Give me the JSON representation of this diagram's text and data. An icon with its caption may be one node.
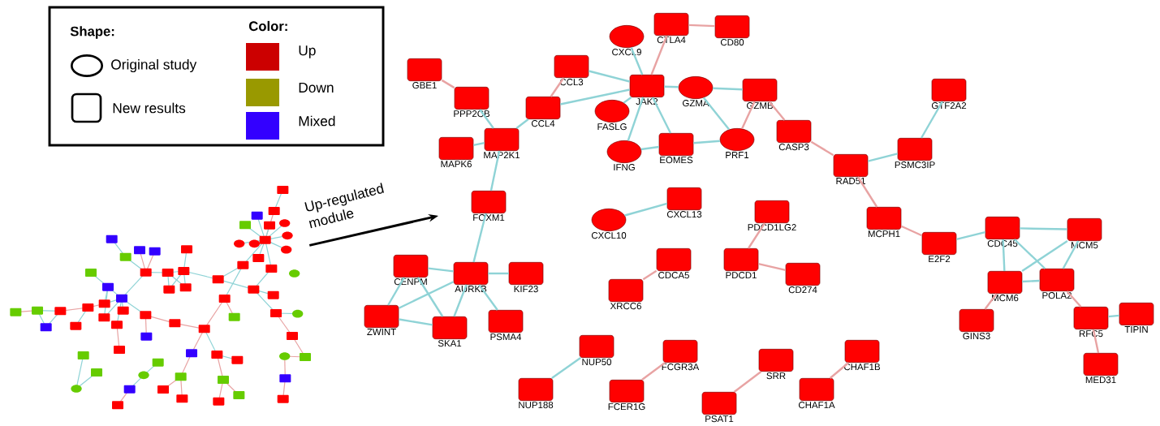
{
  "diagram": {
    "nodes": [
      {
        "text": [],
        "shape": "picture"
      },
      {
        "text": [
          "GBE1"
        ]
      },
      {
        "text": [
          "PPP2CB"
        ]
      },
      {
        "text": [
          "MAPK6"
        ]
      },
      {
        "text": [
          "MAP2K1"
        ]
      },
      {
        "text": [
          "CCL4"
        ]
      },
      {
        "text": [
          "CCL3"
        ]
      },
      {
        "text": [
          "FOXM1"
        ]
      },
      {
        "text": [
          "CXCL9"
        ]
      },
      {
        "text": [
          "CTLA4"
        ]
      },
      {
        "text": [
          "CD80"
        ]
      },
      {
        "text": [
          "JAK2"
        ]
      },
      {
        "text": [
          "GZMA"
        ]
      },
      {
        "text": [
          "GZMB"
        ]
      },
      {
        "text": [
          "FASLG"
        ]
      },
      {
        "text": [
          "IFNG"
        ]
      },
      {
        "text": [
          "EOMES"
        ]
      },
      {
        "text": [
          "PRF1"
        ]
      },
      {
        "text": [
          "CASP3"
        ]
      },
      {
        "text": [
          "GTF2A2"
        ]
      },
      {
        "text": [
          "PSMC3IP"
        ]
      },
      {
        "text": [
          "RAD51"
        ]
      },
      {
        "text": [
          "CXCL10"
        ]
      },
      {
        "text": [
          "CXCL13"
        ]
      },
      {
        "text": [
          "PDCD1LG2"
        ]
      },
      {
        "text": [
          "MCPH1"
        ]
      },
      {
        "text": [
          "E2F2"
        ]
      },
      {
        "text": [
          "CDC45"
        ]
      },
      {
        "text": [
          "MCM5"
        ]
      },
      {
        "text": [
          "CENPM"
        ]
      },
      {
        "text": [
          "AURKB"
        ]
      },
      {
        "text": [
          "KIF23"
        ]
      },
      {
        "text": [
          "CDCA5"
        ]
      },
      {
        "text": [
          "PDCD1"
        ]
      },
      {
        "text": [
          "CD274"
        ]
      },
      {
        "text": [
          "MCM6"
        ]
      },
      {
        "text": [
          "POLA2"
        ]
      },
      {
        "text": [
          "ZWINT"
        ]
      },
      {
        "text": [
          "SKA1"
        ]
      },
      {
        "text": [
          "PSMA4"
        ]
      },
      {
        "text": [
          "XRCC6"
        ]
      },
      {
        "text": [
          "GINS3"
        ]
      },
      {
        "text": [
          "RFC5"
        ]
      },
      {
        "text": [
          "TIPIN"
        ]
      },
      {
        "text": [
          "MED31"
        ]
      },
      {
        "text": [
          "NUP50"
        ]
      },
      {
        "text": [
          "FCGR3A"
        ]
      },
      {
        "text": [
          "SRR"
        ]
      },
      {
        "text": [
          "CHAF1B"
        ]
      },
      {
        "text": [
          "NUP188"
        ]
      },
      {
        "text": [
          "FCER1G"
        ]
      },
      {
        "text": [
          "CHAF1A"
        ]
      },
      {
        "text": [
          "PSAT1"
        ]
      }
    ],
    "edges": [
      {
        "from": 0,
        "to": null,
        "arrow": "to",
        "label": "Up-regulated module",
        "color": "#000000"
      },
      {
        "from": 1,
        "to": 2,
        "arrow": "none",
        "color": "#e8a3a3"
      },
      {
        "from": 2,
        "to": 4,
        "arrow": "none"
      },
      {
        "from": 3,
        "to": 4,
        "arrow": "none"
      },
      {
        "from": 4,
        "to": 5,
        "arrow": "none"
      },
      {
        "from": 4,
        "to": 7,
        "arrow": "none"
      },
      {
        "from": 6,
        "to": 5,
        "arrow": "none",
        "color": "#e8a3a3"
      },
      {
        "from": 6,
        "to": 11,
        "arrow": "none"
      },
      {
        "from": 5,
        "to": 11,
        "arrow": "none"
      },
      {
        "from": 8,
        "to": 11,
        "arrow": "none"
      },
      {
        "from": 11,
        "to": 9,
        "arrow": "none",
        "color": "#e8a3a3"
      },
      {
        "from": 9,
        "to": 10,
        "arrow": "none",
        "color": "#e8a3a3"
      },
      {
        "from": 11,
        "to": 14,
        "arrow": "none"
      },
      {
        "from": 11,
        "to": 15,
        "arrow": "none"
      },
      {
        "from": 11,
        "to": 16,
        "arrow": "none"
      },
      {
        "from": 11,
        "to": 12,
        "arrow": "none"
      },
      {
        "from": 12,
        "to": 13,
        "arrow": "none"
      },
      {
        "from": 12,
        "to": 17,
        "arrow": "none"
      },
      {
        "from": 15,
        "to": 16,
        "arrow": "none"
      },
      {
        "from": 16,
        "to": 17,
        "arrow": "none"
      },
      {
        "from": 13,
        "to": 17,
        "arrow": "none",
        "color": "#e8a3a3"
      },
      {
        "from": 13,
        "to": 18,
        "arrow": "none",
        "color": "#e8a3a3"
      },
      {
        "from": 18,
        "to": 21,
        "arrow": "none",
        "color": "#e8a3a3"
      },
      {
        "from": 21,
        "to": 20,
        "arrow": "none"
      },
      {
        "from": 20,
        "to": 19,
        "arrow": "none"
      },
      {
        "from": 21,
        "to": 25,
        "arrow": "none",
        "color": "#e8a3a3"
      },
      {
        "from": 25,
        "to": 26,
        "arrow": "none",
        "color": "#e8a3a3"
      },
      {
        "from": 26,
        "to": 27,
        "arrow": "none"
      },
      {
        "from": 27,
        "to": 28,
        "arrow": "none"
      },
      {
        "from": 27,
        "to": 35,
        "arrow": "none"
      },
      {
        "from": 27,
        "to": 36,
        "arrow": "none"
      },
      {
        "from": 28,
        "to": 35,
        "arrow": "none"
      },
      {
        "from": 28,
        "to": 36,
        "arrow": "none"
      },
      {
        "from": 35,
        "to": 36,
        "arrow": "none"
      },
      {
        "from": 35,
        "to": 41,
        "arrow": "none",
        "color": "#e8a3a3"
      },
      {
        "from": 36,
        "to": 42,
        "arrow": "none",
        "color": "#e8a3a3"
      },
      {
        "from": 42,
        "to": 43,
        "arrow": "none"
      },
      {
        "from": 42,
        "to": 44,
        "arrow": "none",
        "color": "#e8a3a3"
      },
      {
        "from": 22,
        "to": 23,
        "arrow": "none"
      },
      {
        "from": 24,
        "to": 33,
        "arrow": "none",
        "color": "#e8a3a3"
      },
      {
        "from": 33,
        "to": 34,
        "arrow": "none",
        "color": "#e8a3a3"
      },
      {
        "from": 32,
        "to": 40,
        "arrow": "none",
        "color": "#e8a3a3"
      },
      {
        "from": 7,
        "to": 30,
        "arrow": "none"
      },
      {
        "from": 29,
        "to": 30,
        "arrow": "none"
      },
      {
        "from": 29,
        "to": 37,
        "arrow": "none"
      },
      {
        "from": 29,
        "to": 38,
        "arrow": "none"
      },
      {
        "from": 30,
        "to": 37,
        "arrow": "none"
      },
      {
        "from": 30,
        "to": 38,
        "arrow": "none"
      },
      {
        "from": 30,
        "to": 31,
        "arrow": "none"
      },
      {
        "from": 30,
        "to": 39,
        "arrow": "none"
      },
      {
        "from": 37,
        "to": 38,
        "arrow": "none"
      },
      {
        "from": 45,
        "to": 49,
        "arrow": "none"
      },
      {
        "from": 46,
        "to": 50,
        "arrow": "none",
        "color": "#e8a3a3"
      },
      {
        "from": 47,
        "to": 52,
        "arrow": "none",
        "color": "#e8a3a3"
      },
      {
        "from": 48,
        "to": 51,
        "arrow": "none",
        "color": "#e8a3a3"
      }
    ],
    "labels": [
      "Shape:",
      "Color:"
    ],
    "legend": [
      {
        "text": "Original study"
      },
      {
        "text": "New results"
      },
      {
        "text": "Up",
        "color": "#cc0000"
      },
      {
        "text": "Down",
        "color": "#999900"
      },
      {
        "text": "Mixed",
        "color": "#3300ff"
      }
    ]
  }
}
